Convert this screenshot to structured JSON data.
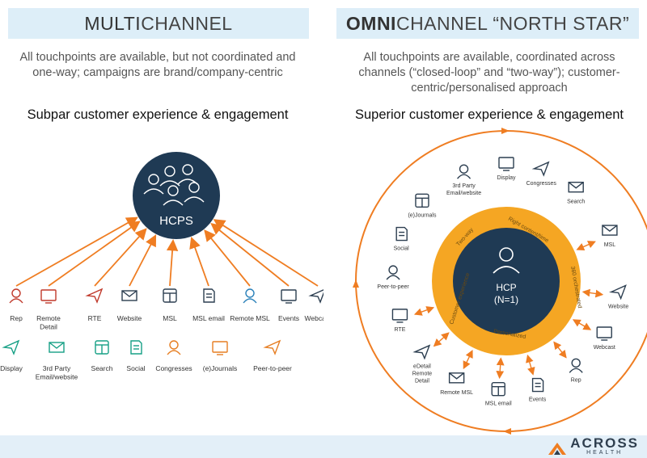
{
  "left": {
    "title_bold": "MULTI",
    "title_rest": "CHANNEL",
    "description": "All touchpoints are available, but not coordinated and one-way; campaigns are brand/company-centric",
    "subtitle": "Subpar customer experience & engagement",
    "hub_label": "HCPS",
    "row1": [
      "Rep",
      "Remote Detail",
      "RTE",
      "Website",
      "MSL",
      "MSL email",
      "Remote MSL",
      "Events",
      "Webcast"
    ],
    "row2": [
      "Display",
      "3rd Party Email/website",
      "Search",
      "Social",
      "Congresses",
      "(e)Journals",
      "Peer-to-peer"
    ]
  },
  "right": {
    "title_bold": "OMNI",
    "title_rest": "CHANNEL “NORTH STAR”",
    "description": "All touchpoints are available, coordinated across channels (“closed-loop” and “two-way”); customer-centric/personalised approach",
    "subtitle": "Superior customer experience & engagement",
    "hub_label": "HCP",
    "hub_sub": "(N=1)",
    "ring_labels": [
      "Two-way",
      "Right content/time",
      "360 orchestrated",
      "Personalized",
      "Customer experience"
    ],
    "outer_nodes": [
      "3rd Party Email/website",
      "Display",
      "Congresses",
      "Search",
      "(e)Journals",
      "Social",
      "Peer-to-peer",
      "RTE",
      "eDetail Remote Detail",
      "Remote MSL",
      "MSL email",
      "Events",
      "Rep",
      "Webcast",
      "Website",
      "MSL"
    ]
  },
  "colors": {
    "accent": "#f0a030",
    "hub": "#1f3a54",
    "orange": "#ef7d22",
    "header_bg": "#ddeef8",
    "footer_bg": "#e3eff8"
  },
  "logo": {
    "word": "ACROSS",
    "sub": "HEALTH"
  }
}
